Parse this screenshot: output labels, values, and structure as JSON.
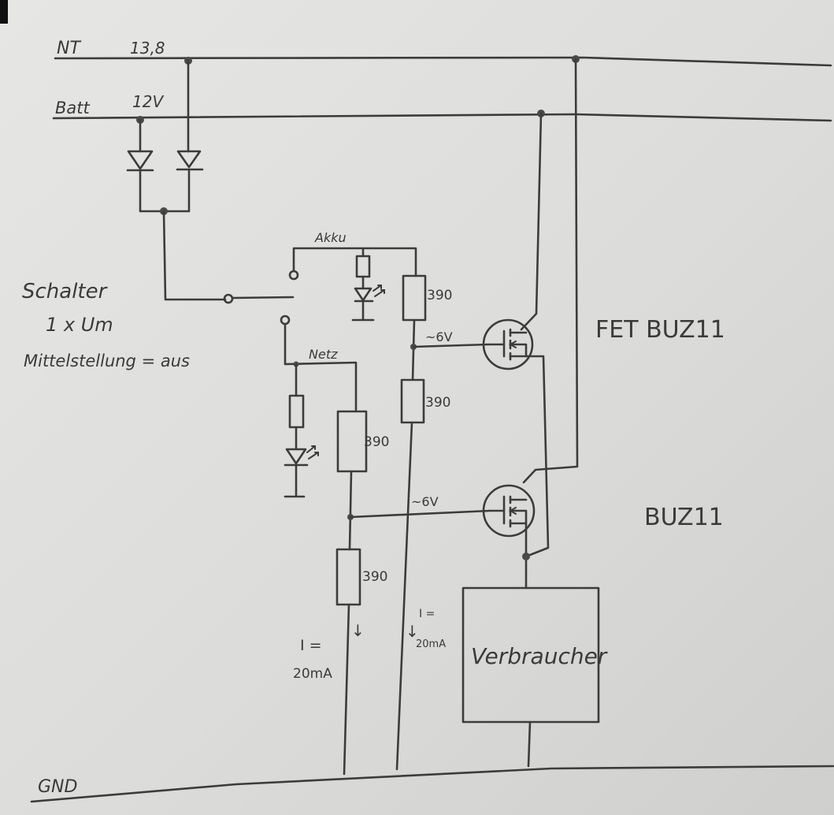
{
  "rails": {
    "nt": {
      "name": "NT",
      "voltage": "13,8"
    },
    "batt": {
      "name": "Batt",
      "voltage": "12V"
    },
    "gnd": {
      "name": "GND"
    }
  },
  "switch": {
    "line1": "Schalter",
    "line2": "1 x Um",
    "line3": "Mittelstellung = aus",
    "pos_akku": "Akku",
    "pos_netz": "Netz"
  },
  "resistors": {
    "r_akku_top": "390",
    "r_akku_bottom": "390",
    "r_netz_top": "390",
    "r_netz_bottom": "390"
  },
  "gate_voltages": {
    "upper": "~6V",
    "lower": "~6V"
  },
  "currents": {
    "left": {
      "symbol": "I =",
      "value": "20mA"
    },
    "right": {
      "symbol": "I =",
      "value": "20mA"
    }
  },
  "fets": {
    "upper": "FET BUZ11",
    "lower": "BUZ11"
  },
  "load": {
    "label": "Verbraucher"
  }
}
